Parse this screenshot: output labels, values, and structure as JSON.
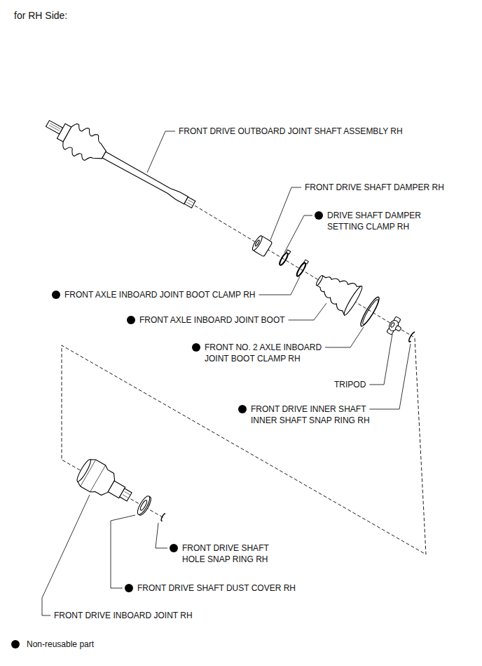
{
  "diagram": {
    "title": "for RH Side:",
    "labels": [
      "FRONT DRIVE OUTBOARD JOINT SHAFT ASSEMBLY RH",
      "FRONT DRIVE SHAFT DAMPER RH",
      "DRIVE SHAFT DAMPER SETTING CLAMP RH",
      "FRONT AXLE INBOARD JOINT BOOT CLAMP RH",
      "FRONT AXLE INBOARD JOINT BOOT",
      "FRONT NO. 2 AXLE INBOARD JOINT BOOT CLAMP RH",
      "TRIPOD",
      "FRONT DRIVE INNER SHAFT INNER SHAFT SNAP RING RH",
      "FRONT DRIVE SHAFT HOLE SNAP RING RH",
      "FRONT DRIVE SHAFT DUST COVER RH",
      "FRONT DRIVE INBOARD JOINT RH"
    ],
    "legend": [
      {
        "text": "Non-reusable part"
      }
    ]
  }
}
